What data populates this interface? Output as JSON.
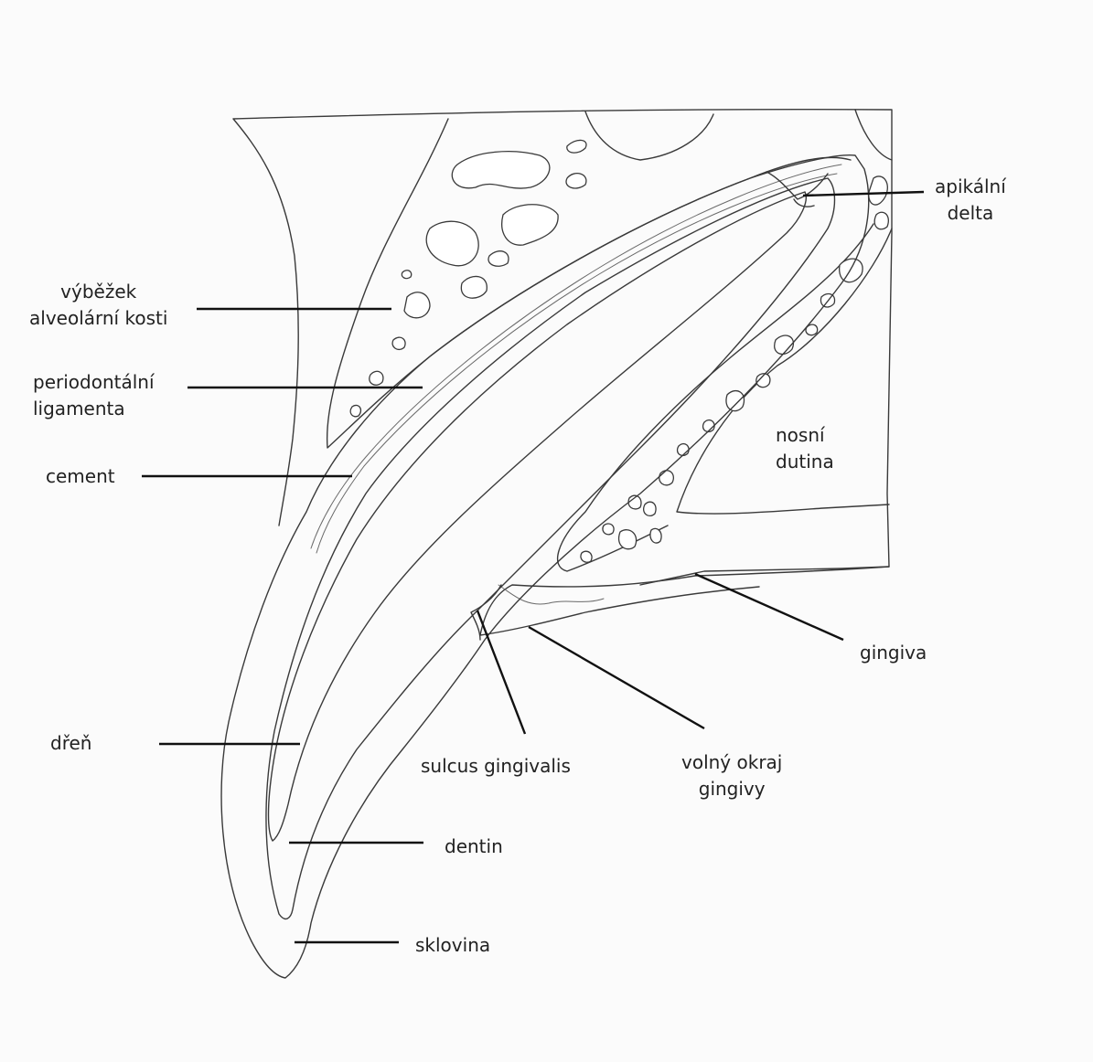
{
  "diagram": {
    "labels": [
      {
        "id": "apikalni-delta",
        "lines": [
          "apikální",
          "delta"
        ]
      },
      {
        "id": "vybezek-alveolarni-kosti",
        "lines": [
          "výběžek",
          "alveolární kosti"
        ]
      },
      {
        "id": "periodontalni-ligamenta",
        "lines": [
          "periodontální",
          "ligamenta"
        ]
      },
      {
        "id": "cement",
        "lines": [
          "cement"
        ]
      },
      {
        "id": "nosni-dutina",
        "lines": [
          "nosní",
          "dutina"
        ]
      },
      {
        "id": "gingiva",
        "lines": [
          "gingiva"
        ]
      },
      {
        "id": "dren",
        "lines": [
          "dřeň"
        ]
      },
      {
        "id": "sulcus-gingivalis",
        "lines": [
          "sulcus gingivalis"
        ]
      },
      {
        "id": "volny-okraj-gingivy",
        "lines": [
          "volný okraj",
          "gingivy"
        ]
      },
      {
        "id": "dentin",
        "lines": [
          "dentin"
        ]
      },
      {
        "id": "sklovina",
        "lines": [
          "sklovina"
        ]
      }
    ]
  },
  "colors": {
    "ink": "#3a3a3a",
    "leader": "#111111",
    "background": "#fbfbfb"
  }
}
